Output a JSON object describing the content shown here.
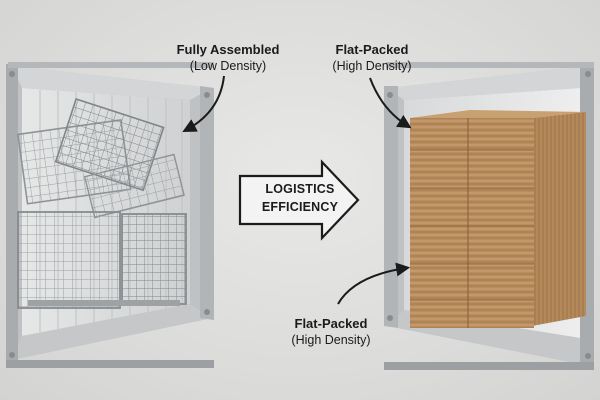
{
  "labels": {
    "left": {
      "title": "Fully Assembled",
      "subtitle": "(Low Density)"
    },
    "right_top": {
      "title": "Flat-Packed",
      "subtitle": "(High Density)"
    },
    "right_bottom": {
      "title": "Flat-Packed",
      "subtitle": "(High Density)"
    }
  },
  "center": {
    "line1": "LOGISTICS",
    "line2": "EFFICIENCY"
  },
  "colors": {
    "container": "#c9cbcc",
    "cardboard": "#b68b5c",
    "text": "#1b1b1b",
    "wire": "#8e9396"
  }
}
